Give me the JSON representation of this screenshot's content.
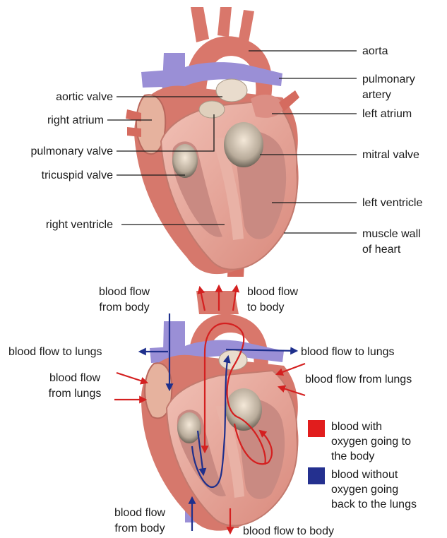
{
  "colors": {
    "oxygenated": "#e11d1d",
    "deoxygenated": "#24308f",
    "muscle": "#e7a398",
    "vessel_blue": "#9a8fd6",
    "vessel_red": "#d56b5f",
    "valve": "#e9dccd"
  },
  "top_diagram": {
    "labels": {
      "aorta": "aorta",
      "pulmonary_artery_line1": "pulmonary",
      "pulmonary_artery_line2": "artery",
      "aortic_valve": "aortic valve",
      "right_atrium": "right atrium",
      "left_atrium": "left atrium",
      "pulmonary_valve": "pulmonary valve",
      "mitral_valve": "mitral valve",
      "tricuspid_valve": "tricuspid valve",
      "left_ventricle": "left ventricle",
      "right_ventricle": "right ventricle",
      "muscle_wall_line1": "muscle wall",
      "muscle_wall_line2": "of heart"
    }
  },
  "bottom_diagram": {
    "labels": {
      "from_body_top_line1": "blood flow",
      "from_body_top_line2": "from body",
      "to_body_top_line1": "blood flow",
      "to_body_top_line2": "to body",
      "to_lungs_left": "blood flow to lungs",
      "to_lungs_right": "blood flow to lungs",
      "from_lungs_left_line1": "blood flow",
      "from_lungs_left_line2": "from lungs",
      "from_lungs_right": "blood flow from lungs",
      "from_body_bottom_line1": "blood flow",
      "from_body_bottom_line2": "from body",
      "to_body_bottom": "blood flow to body"
    },
    "legend": [
      {
        "color": "#e11d1d",
        "lines": [
          "blood with",
          "oxygen going to",
          "the body"
        ]
      },
      {
        "color": "#24308f",
        "lines": [
          "blood without",
          "oxygen going",
          "back to the lungs"
        ]
      }
    ]
  }
}
